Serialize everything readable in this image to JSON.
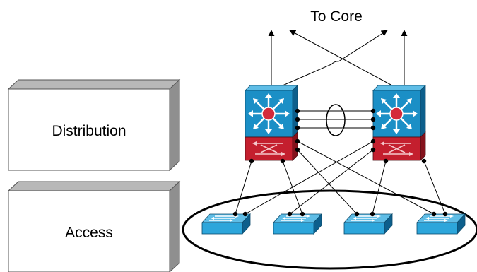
{
  "diagram": {
    "core_label": "To Core",
    "layers": [
      {
        "name": "distribution",
        "label": "Distribution"
      },
      {
        "name": "access",
        "label": "Access"
      }
    ]
  },
  "colors": {
    "router_blue": "#1b8fc6",
    "router_top": "#5fbde6",
    "router_side": "#0d5f8c",
    "switch_red": "#c41f2e",
    "switch_red_top": "#e05560",
    "switch_red_side": "#84121c",
    "access_switch": "#2da6db",
    "block_face": "#ffffff",
    "block_top": "#b8b8b8",
    "block_side": "#8f8f8f"
  }
}
